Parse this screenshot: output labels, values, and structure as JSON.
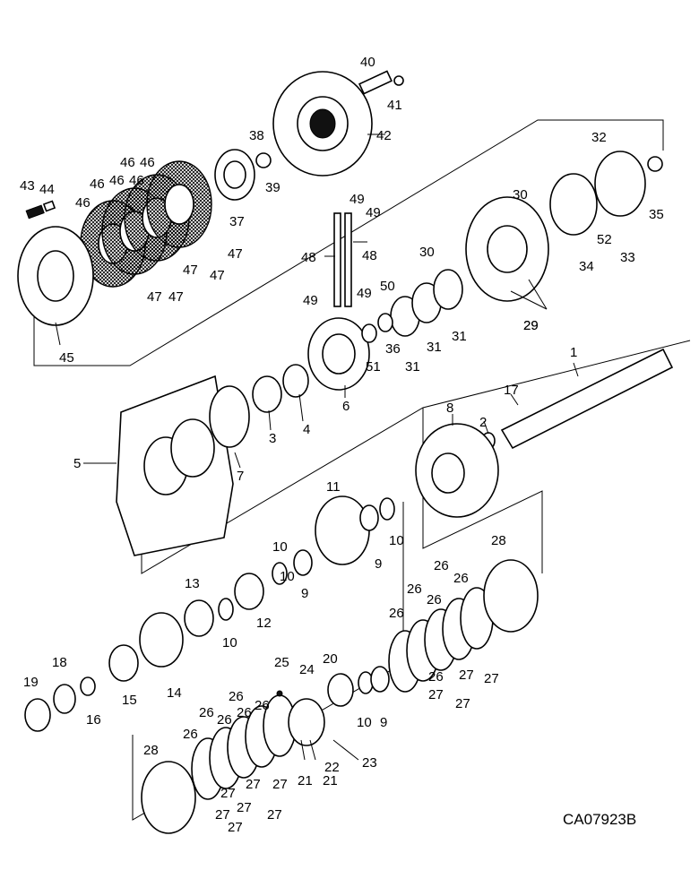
{
  "drawing_code": "CA07923B",
  "callouts": [
    "1",
    "2",
    "3",
    "4",
    "5",
    "6",
    "7",
    "8",
    "9",
    "9",
    "9",
    "10",
    "10",
    "10",
    "10",
    "10",
    "11",
    "12",
    "13",
    "14",
    "15",
    "16",
    "17",
    "18",
    "19",
    "20",
    "21",
    "21",
    "22",
    "23",
    "24",
    "25",
    "26",
    "26",
    "26",
    "26",
    "26",
    "26",
    "26",
    "26",
    "26",
    "26",
    "26",
    "26",
    "27",
    "27",
    "27",
    "27",
    "27",
    "27",
    "27",
    "27",
    "27",
    "27",
    "27",
    "28",
    "28",
    "29",
    "29",
    "30",
    "30",
    "31",
    "31",
    "31",
    "32",
    "33",
    "34",
    "35",
    "36",
    "37",
    "38",
    "39",
    "40",
    "41",
    "42",
    "43",
    "44",
    "45",
    "46",
    "46",
    "46",
    "46",
    "46",
    "46",
    "47",
    "47",
    "47",
    "47",
    "47",
    "48",
    "48",
    "49",
    "49",
    "49",
    "49",
    "50",
    "51",
    "52"
  ]
}
